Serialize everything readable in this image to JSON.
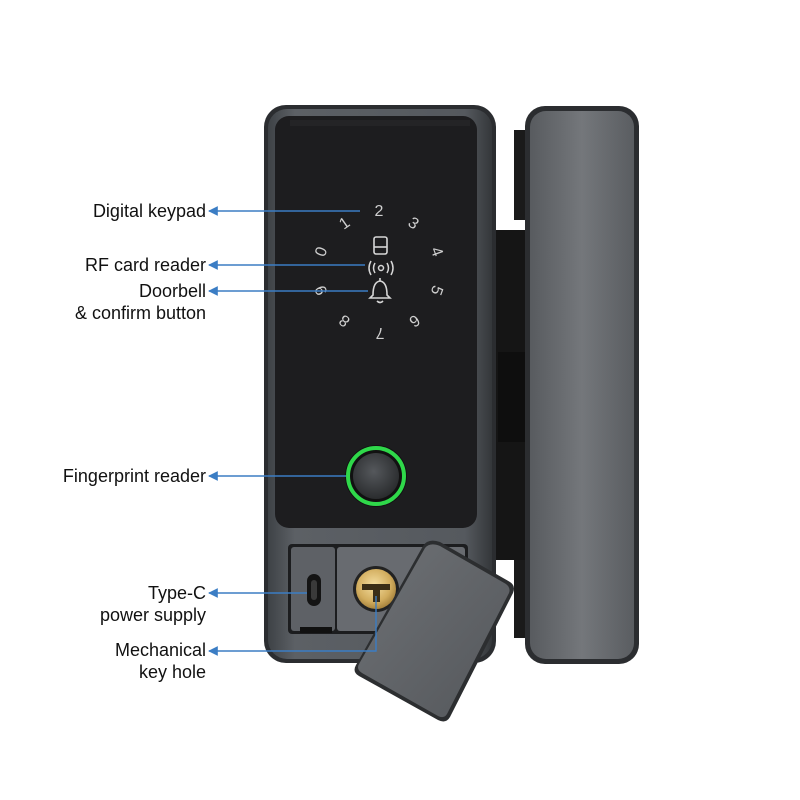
{
  "callouts": {
    "keypad": "Digital keypad",
    "rf_reader": "RF card reader",
    "doorbell_line1": "Doorbell",
    "doorbell_line2": "& confirm button",
    "fingerprint": "Fingerprint reader",
    "typec_line1": "Type-C",
    "typec_line2": "power supply",
    "keyhole_line1": "Mechanical",
    "keyhole_line2": "key hole"
  },
  "keypad_digits": [
    "0",
    "1",
    "2",
    "3",
    "4",
    "5",
    "6",
    "7",
    "8",
    "9"
  ],
  "colors": {
    "leader_line": "#3b7dc4",
    "lock_body": "#54585d",
    "keypad_panel": "#1d1d1f",
    "fingerprint_ring": "#2fd84a",
    "handle": "#6b6e72",
    "rf_card": "#626569",
    "brass_key_cylinder": "#d8b568"
  }
}
